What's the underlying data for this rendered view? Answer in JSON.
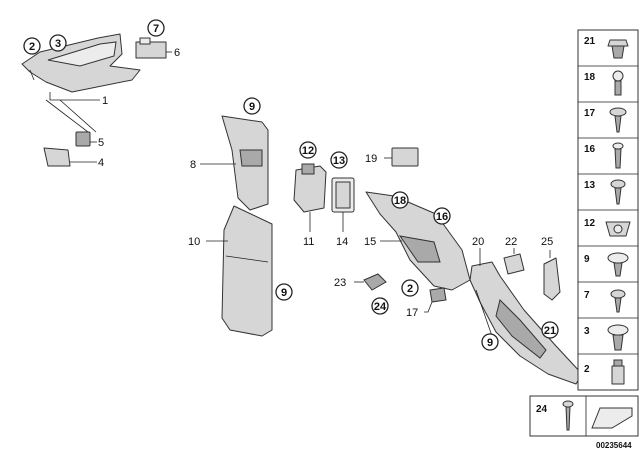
{
  "callouts": {
    "c2a": "2",
    "c3a": "3",
    "c1": "1",
    "c5": "5",
    "c4": "4",
    "c7": "7",
    "c6": "6",
    "c9a": "9",
    "c8": "8",
    "c10": "10",
    "c9b": "9",
    "c12": "12",
    "c13": "13",
    "c11": "11",
    "c14": "14",
    "c19": "19",
    "c18": "18",
    "c16": "16",
    "c15": "15",
    "c23": "23",
    "c24": "24",
    "c2b": "2",
    "c17": "17",
    "c20": "20",
    "c22": "22",
    "c25": "25",
    "c9c": "9",
    "c21": "21"
  },
  "fasteners": [
    "21",
    "18",
    "17",
    "16",
    "13",
    "12",
    "9",
    "7",
    "3",
    "2"
  ],
  "bottom_box_label": "24",
  "drawing_code": "00235644"
}
